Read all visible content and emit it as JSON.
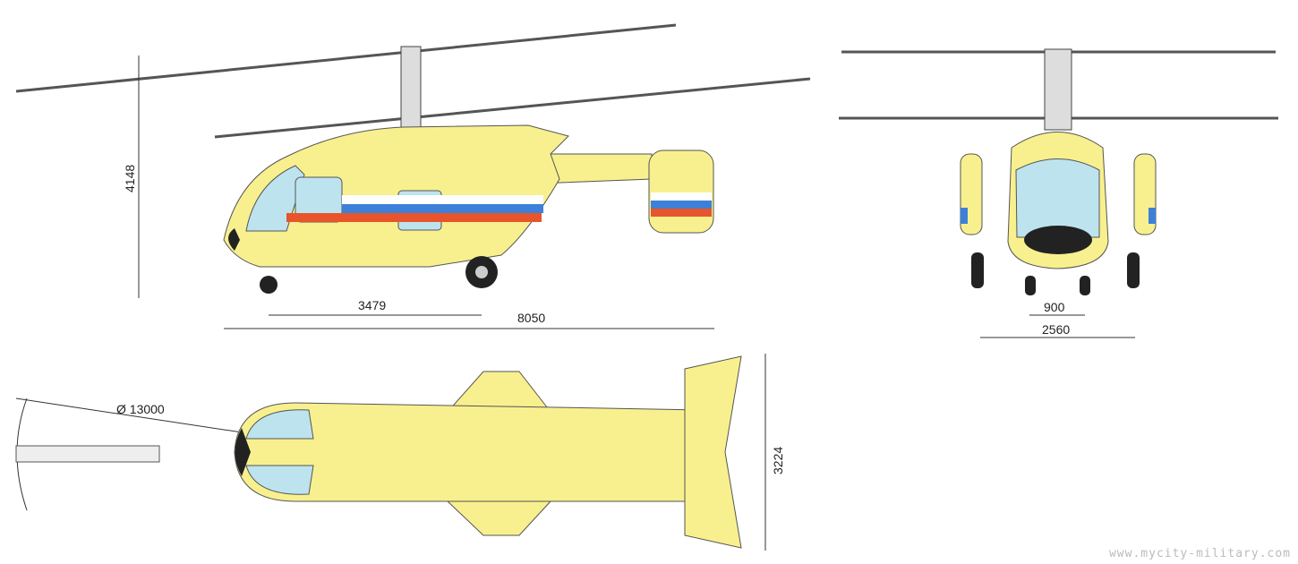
{
  "title": "Helicopter three-view drawing",
  "colors": {
    "body": "#f8f08e",
    "glass": "#bde4ee",
    "stripe_white": "#ffffff",
    "stripe_blue": "#3d80d8",
    "stripe_red": "#e8542c"
  },
  "side_view": {
    "height_dim": "4148",
    "wheelbase_dim": "3479",
    "length_dim": "8050"
  },
  "front_view": {
    "track_nose_dim": "900",
    "track_main_dim": "2560"
  },
  "top_view": {
    "rotor_diameter_dim": "Ø 13000",
    "stabilizer_span_dim": "3224"
  },
  "watermark": "www.mycity-military.com"
}
